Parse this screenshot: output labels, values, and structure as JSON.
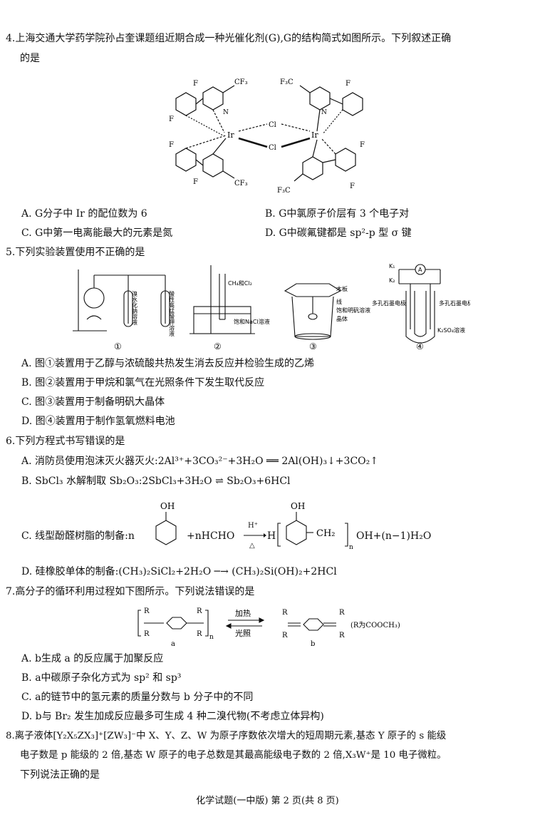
{
  "q4": {
    "stem_line1": "4.上海交通大学药学院孙占奎课题组近期合成一种光催化剂(G),G的结构简式如图所示。下列叙述正确",
    "stem_line2": "的是",
    "struct_labels": {
      "cf3_a": "CF₃",
      "f3c_a": "F₃C",
      "f": "F",
      "ir": "Ir",
      "cl": "Cl",
      "n": "N",
      "cf3_b": "CF₃",
      "f3c_b": "F₃C"
    },
    "A": "A. G分子中 Ir 的配位数为 6",
    "B": "B. G中氯原子价层有 3 个电子对",
    "C": "C. G中第一电离能最大的元素是氮",
    "D": "D. G中碳氟键都是 sp²-p 型 σ 键"
  },
  "q5": {
    "stem": "5.下列实验装置使用不正确的是",
    "labels": {
      "tube1": "溴水化钠溶液",
      "tube2": "酸性高锰酸钾溶液",
      "gas": "CH₄和Cl₂",
      "brine": "饱和NaCl溶液",
      "wood": "木板",
      "thread": "线",
      "alum_sol": "饱和明矾溶液",
      "crystal": "晶体",
      "k1": "K₁",
      "k2": "K₂",
      "meter": "A",
      "left_electrode": "多孔石墨电极",
      "right_electrode": "多孔石墨电极",
      "electrolyte": "K₂SO₄溶液"
    },
    "fig_numbers": [
      "①",
      "②",
      "③",
      "④"
    ],
    "A": "A. 图①装置用于乙醇与浓硫酸共热发生消去反应并检验生成的乙烯",
    "B": "B. 图②装置用于甲烷和氯气在光照条件下发生取代反应",
    "C": "C. 图③装置用于制备明矾大晶体",
    "D": "D. 图④装置用于制作氢氧燃料电池"
  },
  "q6": {
    "stem": "6.下列方程式书写错误的是",
    "A": "A. 消防员使用泡沫灭火器灭火:2Al³⁺+3CO₃²⁻+3H₂O ══ 2Al(OH)₃↓+3CO₂↑",
    "B": "B. SbCl₃ 水解制取 Sb₂O₃:2SbCl₃+3H₂O ⇌ Sb₂O₃+6HCl",
    "C_prefix": "C. 线型酚醛树脂的制备:n",
    "C_mid": "+nHCHO",
    "C_cat": "H⁺",
    "C_cond": "△",
    "C_h": "H",
    "C_oh1": "OH",
    "C_oh2": "OH",
    "C_ch2": "CH₂",
    "C_n": "n",
    "C_tail": "OH+(n−1)H₂O",
    "D": "D. 硅橡胶单体的制备:(CH₃)₂SiCl₂+2H₂O ─→ (CH₃)₂Si(OH)₂+2HCl"
  },
  "q7": {
    "stem": "7.高分子的循环利用过程如下图所示。下列说法错误的是",
    "heat": "加热",
    "light": "光照",
    "r": "R",
    "n": "n",
    "label_a": "a",
    "label_b": "b",
    "note": "(R为COOCH₃)",
    "A": "A. b生成 a 的反应属于加聚反应",
    "B": "B. a中碳原子杂化方式为 sp² 和 sp³",
    "C": "C. a的链节中的氢元素的质量分数与 b 分子中的不同",
    "D": "D. b与 Br₂ 发生加成反应最多可生成 4 种二溴代物(不考虑立体异构)"
  },
  "q8": {
    "line1": "8.离子液体[Y₂X₅ZX₃]⁺[ZW₃]⁻中 X、Y、Z、W 为原子序数依次增大的短周期元素,基态 Y 原子的 s 能级",
    "line2": "电子数是 p 能级的 2 倍,基态 W 原子的电子总数是其最高能级电子数的 2 倍,X₃W⁺是 10 电子微粒。",
    "line3": "下列说法正确的是"
  },
  "footer": "化学试题(一中版) 第 2 页(共 8 页)"
}
